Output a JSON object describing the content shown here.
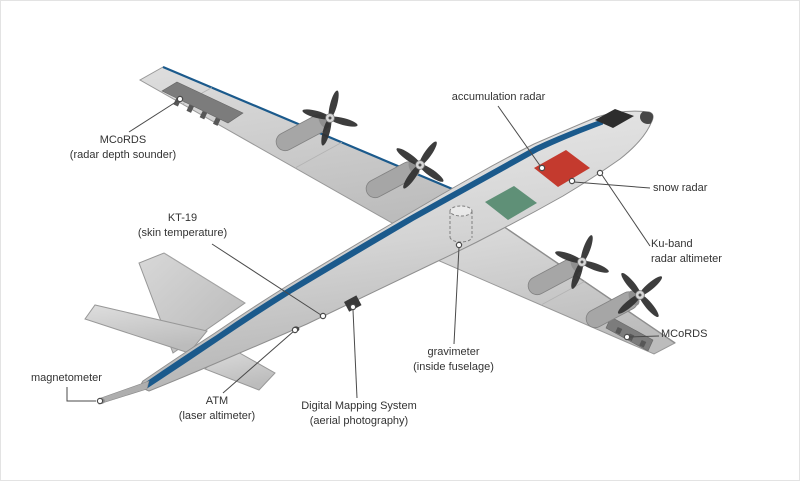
{
  "diagram": {
    "description": "Instrumented research aircraft (P-3) with labeled science instruments",
    "labels": {
      "mcords_left": {
        "title": "MCoRDS",
        "subtitle": "(radar depth sounder)"
      },
      "kt19": {
        "title": "KT-19",
        "subtitle": "(skin temperature)"
      },
      "magnetometer": {
        "title": "magnetometer",
        "subtitle": ""
      },
      "atm": {
        "title": "ATM",
        "subtitle": "(laser altimeter)"
      },
      "dms": {
        "title": "Digital Mapping System",
        "subtitle": "(aerial photography)"
      },
      "gravimeter": {
        "title": "gravimeter",
        "subtitle": "(inside fuselage)"
      },
      "accumulation_radar": {
        "title": "accumulation radar",
        "subtitle": ""
      },
      "snow_radar": {
        "title": "snow radar",
        "subtitle": ""
      },
      "ku_band": {
        "title": "Ku-band",
        "subtitle": "radar altimeter"
      },
      "mcords_right": {
        "title": "MCoRDS",
        "subtitle": ""
      }
    },
    "colors": {
      "snow_radar_patch": "#c43a2e",
      "instrument_patch_green": "#5f9077",
      "fuselage_stripe": "#1b5a8c",
      "label_text": "#333333"
    }
  }
}
